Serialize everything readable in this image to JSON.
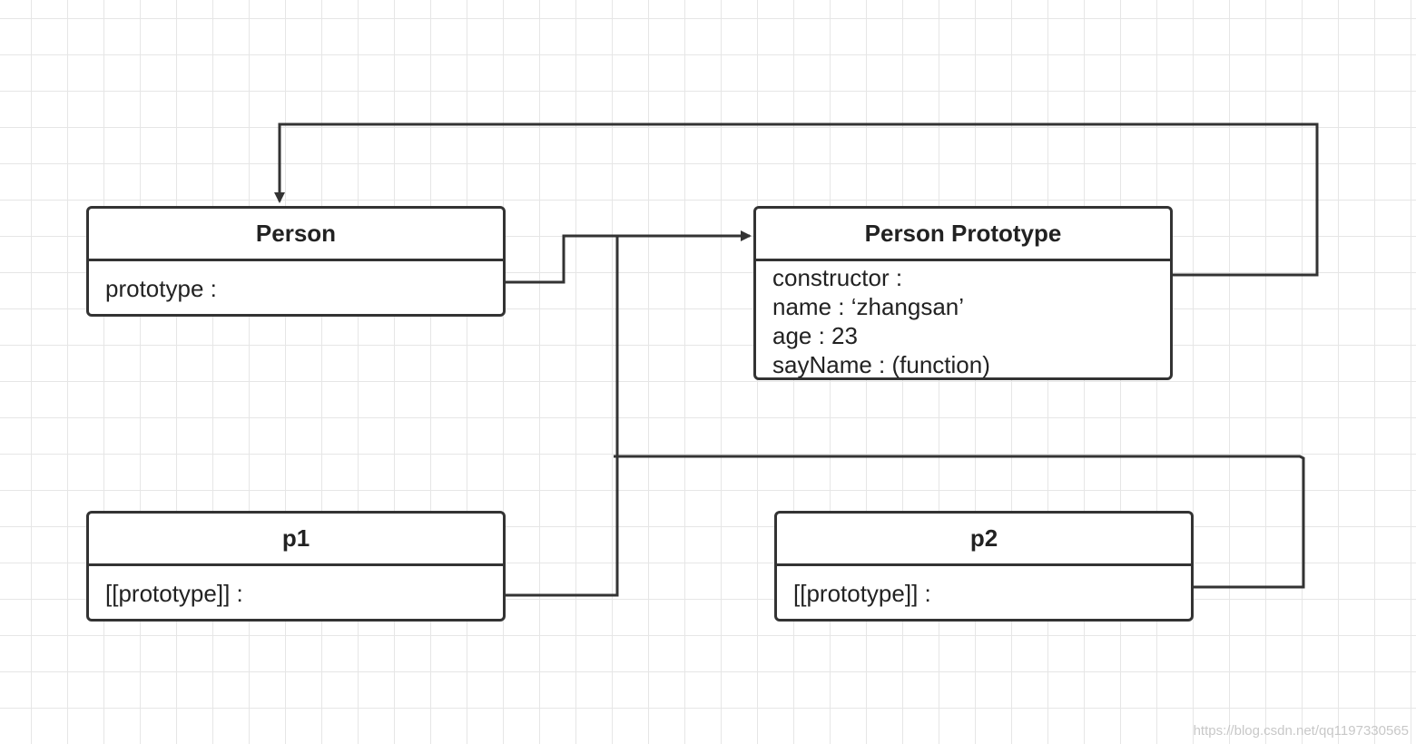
{
  "boxes": {
    "person": {
      "title": "Person",
      "rows": [
        "prototype :"
      ]
    },
    "person_prototype": {
      "title": "Person Prototype",
      "rows": [
        "constructor :",
        "name : ‘zhangsan’",
        "age : 23",
        "sayName : (function)"
      ]
    },
    "p1": {
      "title": "p1",
      "rows": [
        "[[prototype]] :"
      ]
    },
    "p2": {
      "title": "p2",
      "rows": [
        "[[prototype]] :"
      ]
    }
  },
  "watermark": "https://blog.csdn.net/qq1197330565",
  "colors": {
    "line": "#333333",
    "grid": "#e6e6e6"
  }
}
